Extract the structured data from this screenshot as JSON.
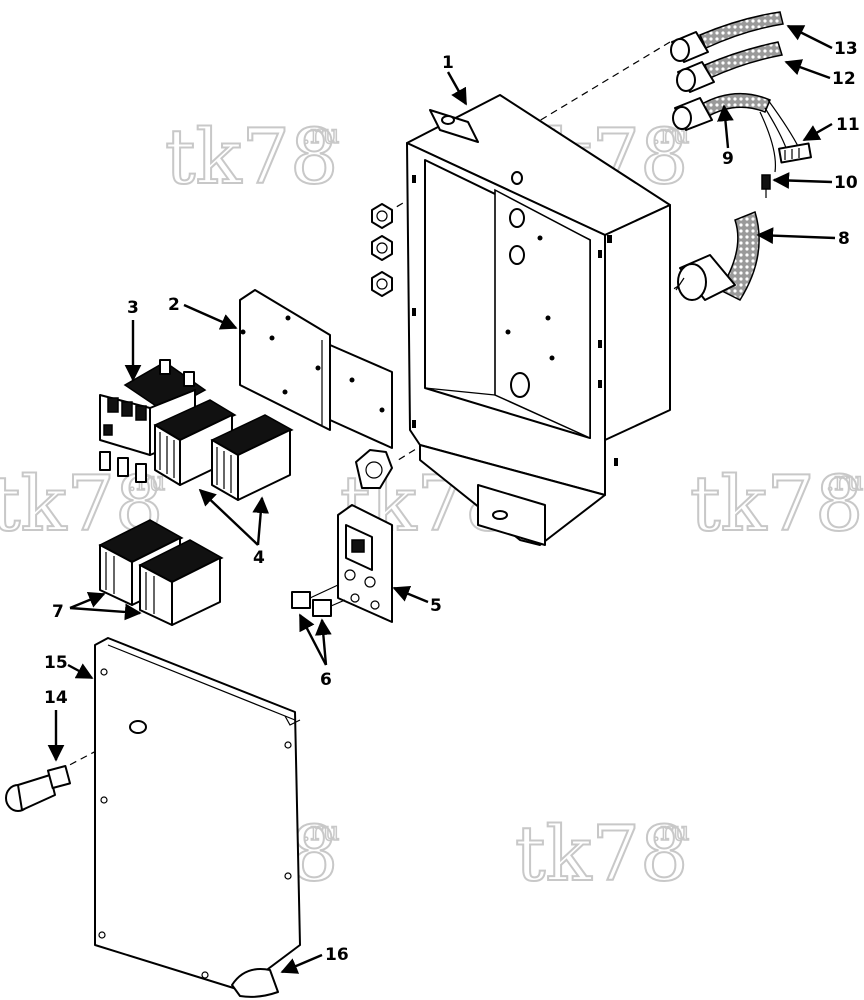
{
  "watermark": {
    "main": "tk78",
    "suffix": ".ru"
  },
  "callouts": {
    "c1": "1",
    "c2": "2",
    "c3": "3",
    "c4": "4",
    "c5": "5",
    "c6": "6",
    "c7": "7",
    "c8": "8",
    "c9": "9",
    "c10": "10",
    "c11": "11",
    "c12": "12",
    "c13": "13",
    "c14": "14",
    "c15": "15",
    "c16": "16"
  }
}
